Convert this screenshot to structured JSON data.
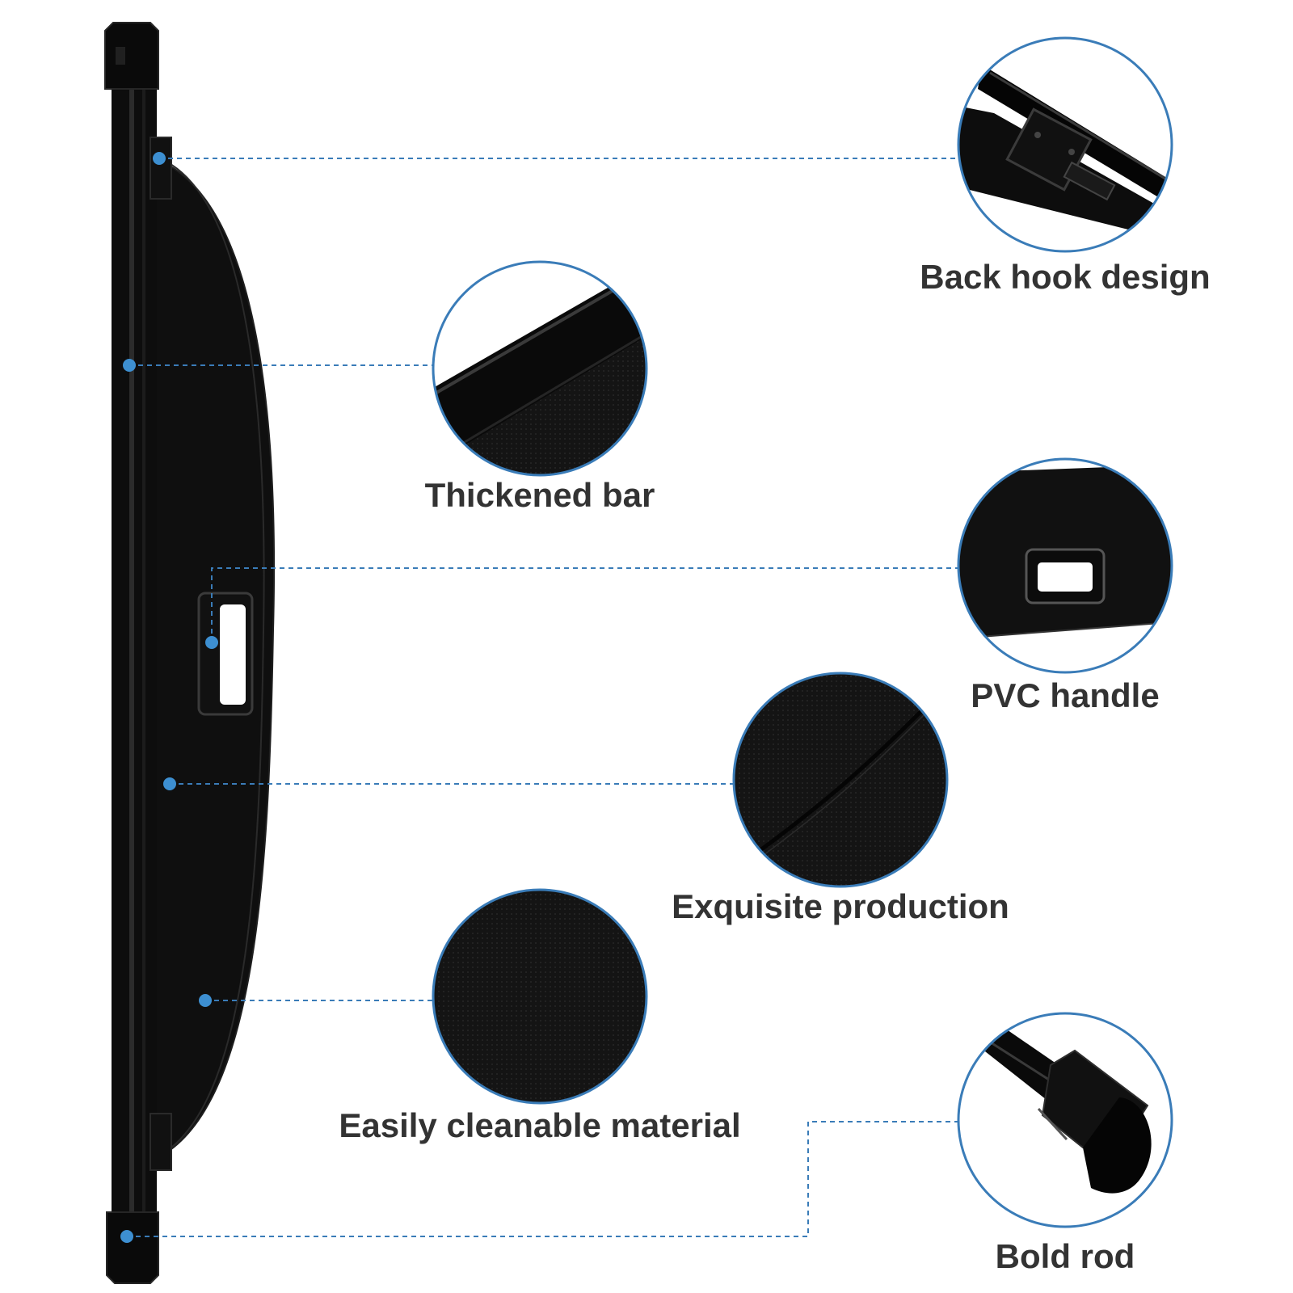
{
  "features": [
    {
      "id": "back-hook",
      "label": "Back hook design",
      "detail_icon": "hook-closeup"
    },
    {
      "id": "thickened-bar",
      "label": "Thickened bar",
      "detail_icon": "bar-closeup"
    },
    {
      "id": "pvc-handle",
      "label": "PVC handle",
      "detail_icon": "handle-closeup"
    },
    {
      "id": "exquisite-production",
      "label": "Exquisite production",
      "detail_icon": "stitch-closeup"
    },
    {
      "id": "cleanable-material",
      "label": "Easily cleanable material",
      "detail_icon": "fabric-closeup"
    },
    {
      "id": "bold-rod",
      "label": "Bold rod",
      "detail_icon": "rod-end-closeup"
    }
  ],
  "colors": {
    "callout_blue": "#3a7cb8",
    "dot_blue": "#3d8fd1",
    "product_black": "#0d0d0d",
    "label_gray": "#333333"
  }
}
